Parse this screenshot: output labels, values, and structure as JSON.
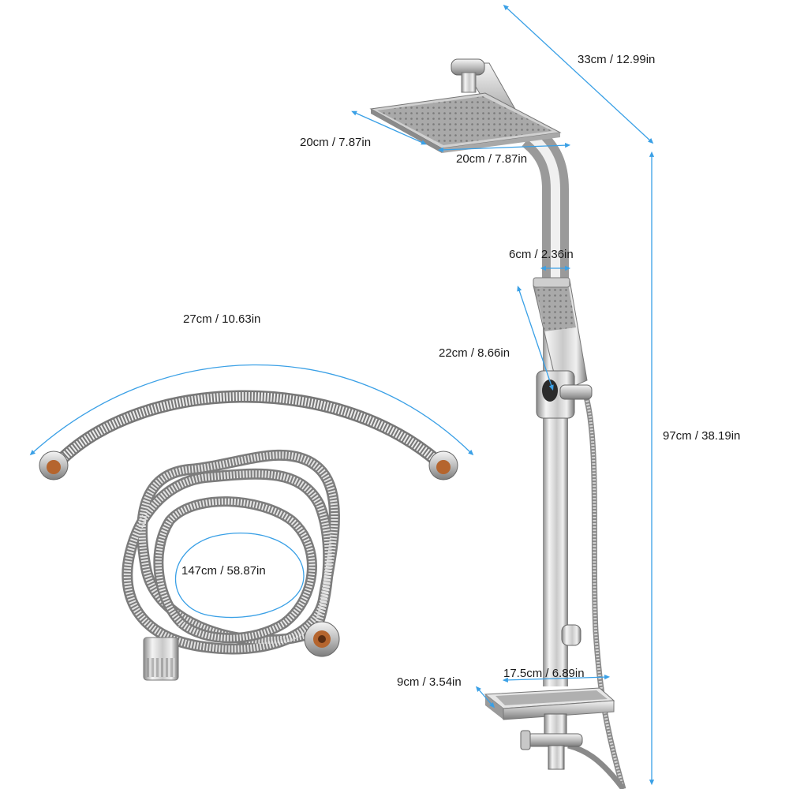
{
  "dimensions": {
    "total_width": "33cm / 12.99in",
    "head_depth": "20cm / 7.87in",
    "head_width": "20cm / 7.87in",
    "bar_width": "6cm / 2.36in",
    "hand_shower_length": "22cm / 8.66in",
    "total_height": "97cm / 38.19in",
    "short_hose_length": "27cm / 10.63in",
    "long_hose_length": "147cm / 58.87in",
    "soap_dish_depth": "9cm / 3.54in",
    "soap_dish_width": "17.5cm / 6.89in"
  },
  "colors": {
    "dimension_arrow": "#3aa0e6",
    "chrome_light": "#f2f2f2",
    "chrome_mid": "#b8b8b8",
    "chrome_dark": "#6e6e6e",
    "hose_copper": "#b5652e"
  },
  "items": [
    "overhead-square-shower-head",
    "curved-riser-rail",
    "hand-shower",
    "soap-dish",
    "diverter-valve",
    "short-flexible-hose",
    "coiled-long-hose"
  ]
}
